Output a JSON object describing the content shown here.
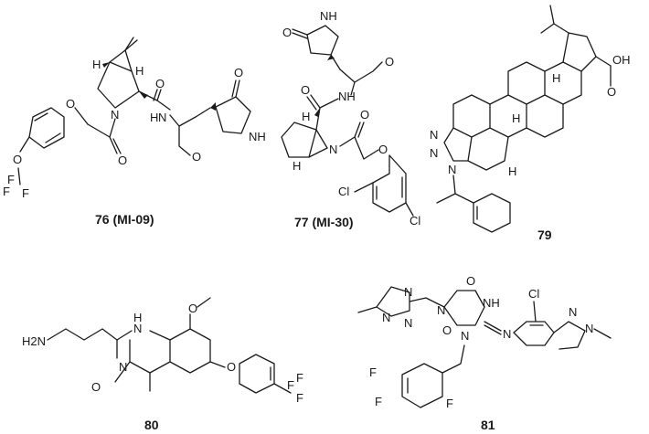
{
  "compounds": [
    {
      "label": "76 (MI-09)",
      "atoms": {
        "o_ring": "O",
        "nh_ring": "NH",
        "o_aldehyde": "O",
        "nh_amide": "N",
        "h_amide": "H",
        "o_amide1": "O",
        "n_pro": "N",
        "o_amide2": "O",
        "o_ether": "O",
        "o_ar": "O",
        "h_a": "H",
        "h_b": "H",
        "f1": "F",
        "f2": "F",
        "f3": "F"
      }
    },
    {
      "label": "77 (MI-30)",
      "atoms": {
        "o_ring": "O",
        "nh_ring": "NH",
        "o_aldehyde": "O",
        "nh_amide": "NH",
        "o_amide1": "O",
        "n_pro": "N",
        "o_amide2": "O",
        "o_ether": "O",
        "h_a": "H",
        "h_b": "H",
        "cl1": "Cl",
        "cl2": "Cl"
      }
    },
    {
      "label": "79",
      "atoms": {
        "oh": "OH",
        "o_acid": "O",
        "n1": "N",
        "n2": "N",
        "n3": "N",
        "h1": "H",
        "h2": "H",
        "h3": "H"
      }
    },
    {
      "label": "80",
      "atoms": {
        "h2n": "H2N",
        "nh": "N",
        "h_nh": "H",
        "n_q": "N",
        "o_me1": "O",
        "o_me2": "O",
        "o_ph": "O",
        "f1": "F",
        "f2": "F",
        "f3": "F"
      }
    },
    {
      "label": "81",
      "atoms": {
        "n_tri1": "N",
        "n_tri2": "N",
        "n_tri3": "N",
        "o1": "O",
        "nh": "NH",
        "o2": "O",
        "n_a": "N",
        "n_b": "N",
        "n_imine": "N",
        "cl": "Cl",
        "n_ind1": "N",
        "n_ind2": "N",
        "f1": "F",
        "f2": "F",
        "f3": "F"
      }
    }
  ]
}
